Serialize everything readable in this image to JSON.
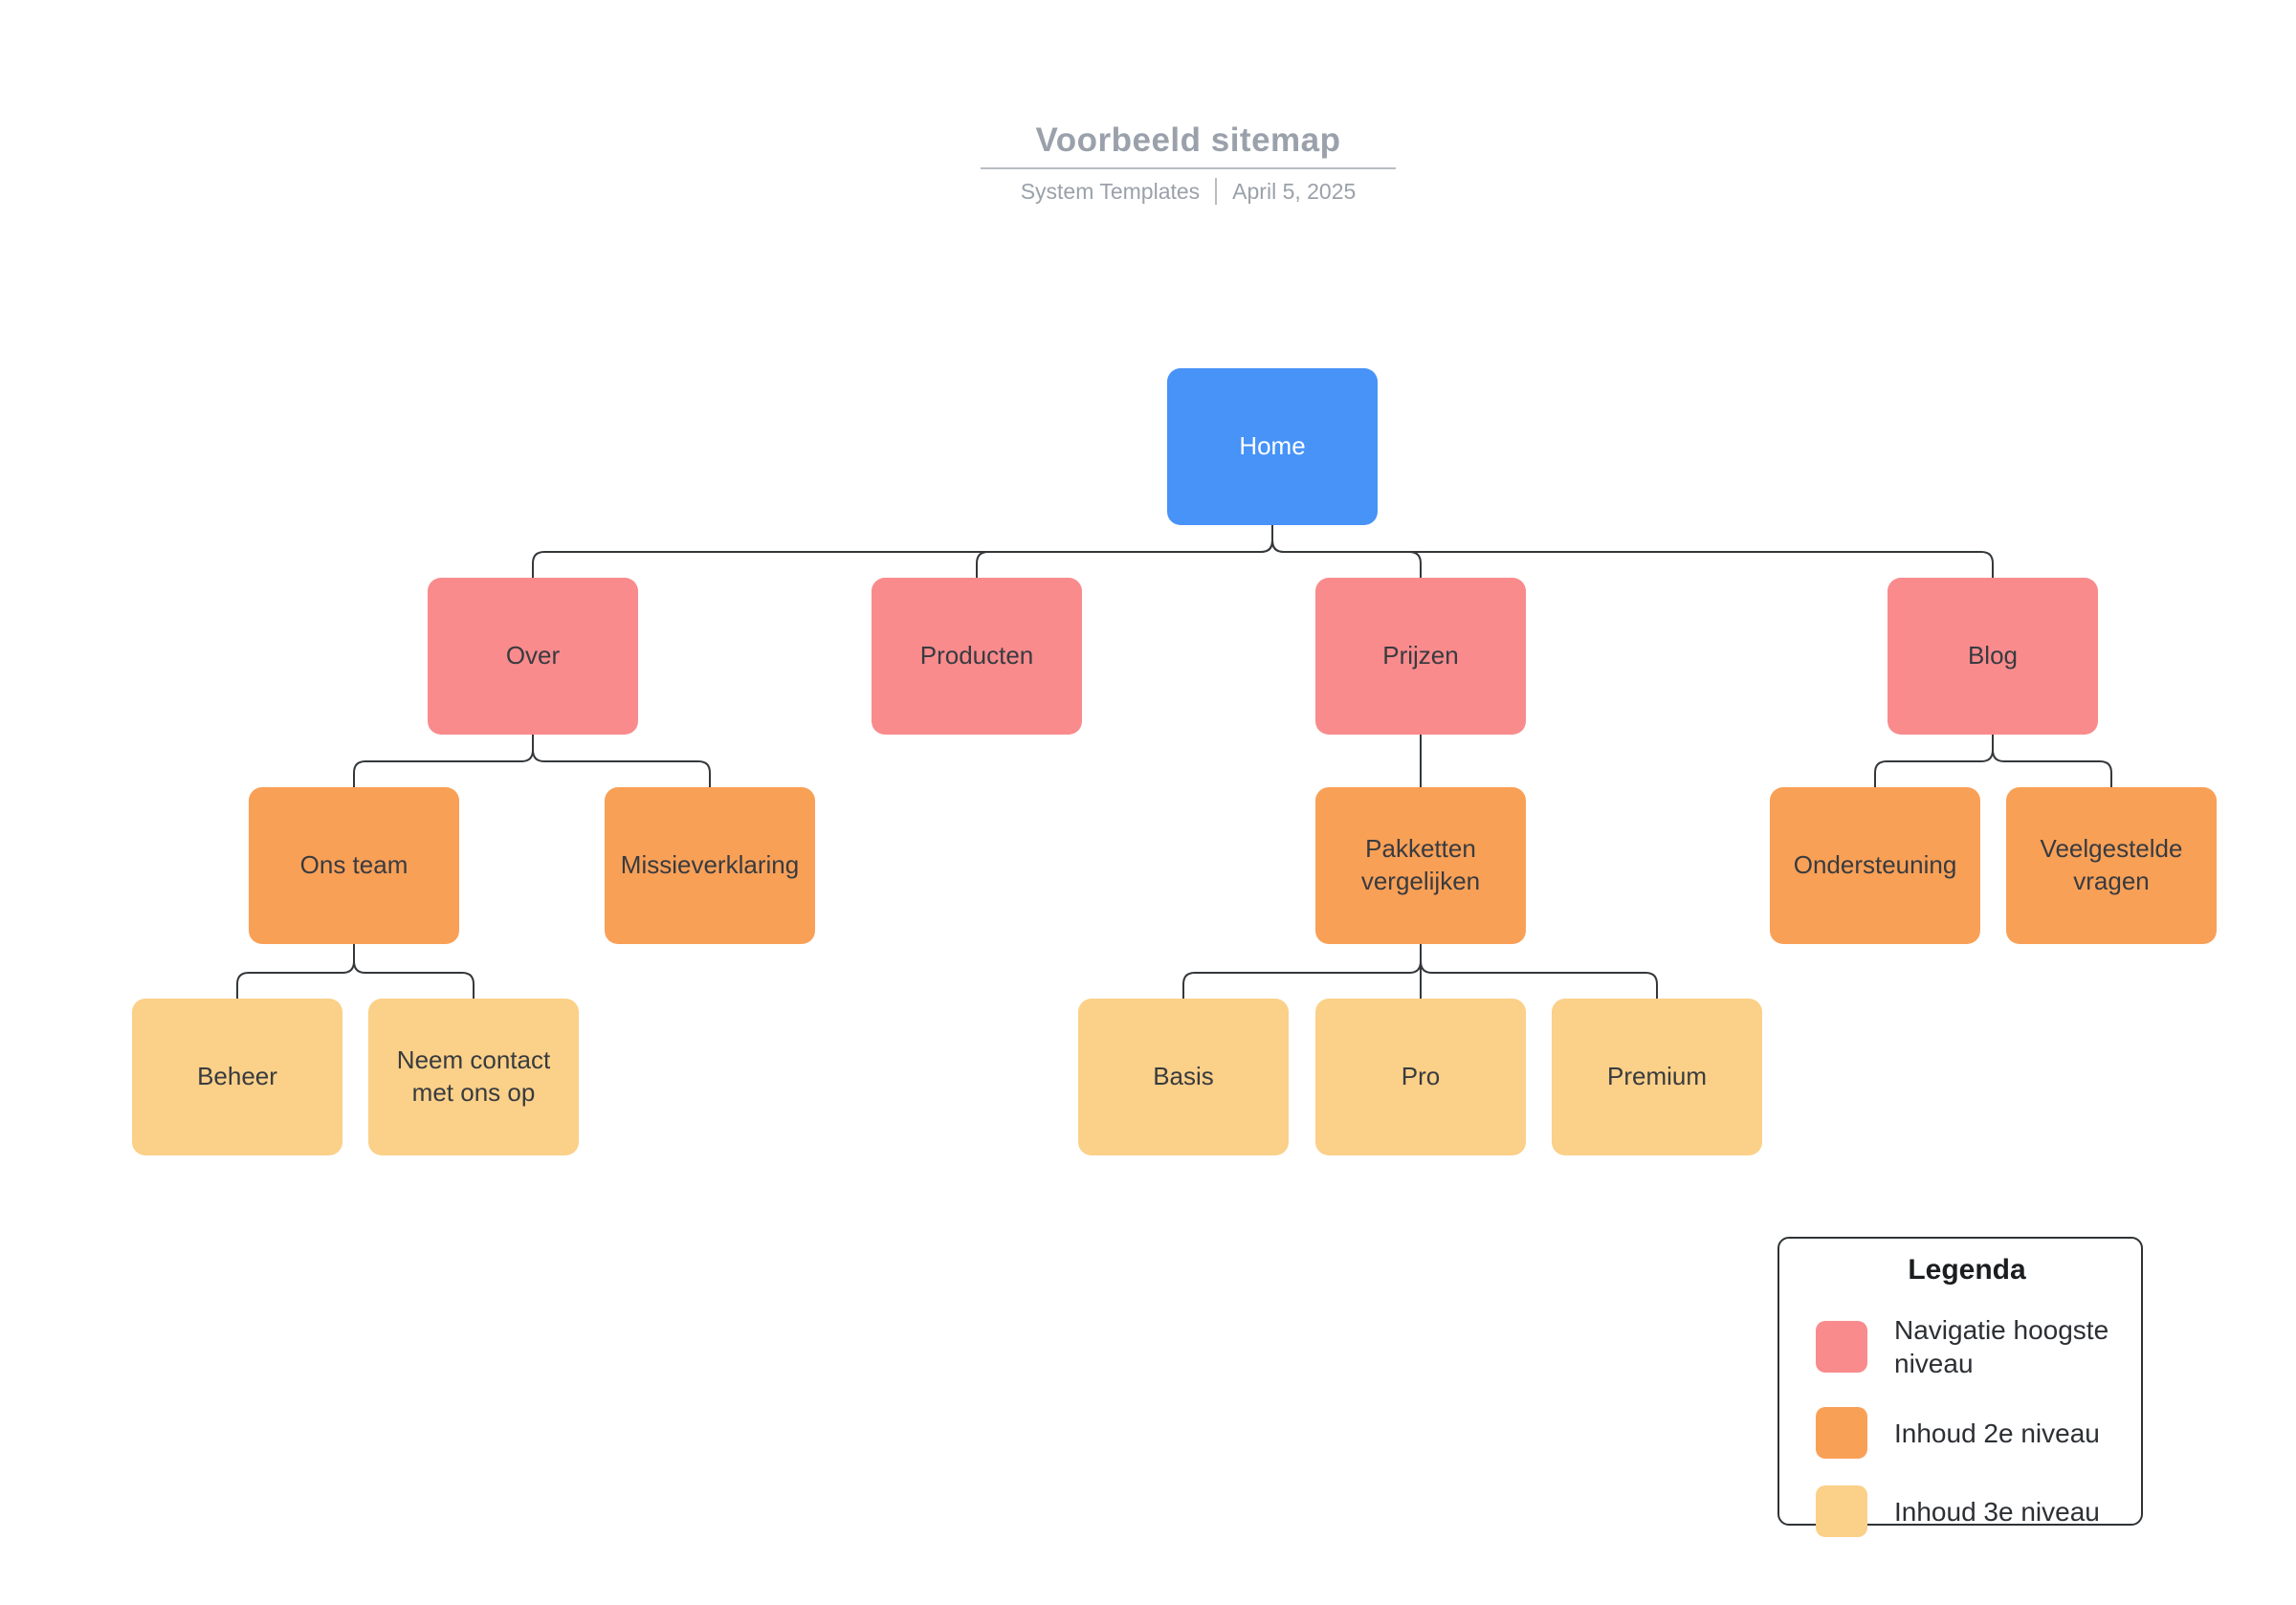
{
  "header": {
    "title": "Voorbeeld sitemap",
    "byline": "System Templates",
    "date": "April 5, 2025"
  },
  "colors": {
    "level0": "#4793F7",
    "level1": "#F98B8D",
    "level2": "#F9A057",
    "level3": "#FBD088",
    "connector": "#34383b",
    "node_text": "#383b3f",
    "home_text": "#ffffff",
    "title_text": "#9aa1ab",
    "subtitle_text": "#9aa1a9"
  },
  "nodes": [
    {
      "id": "home",
      "label": "Home",
      "level": 0
    },
    {
      "id": "over",
      "label": "Over",
      "level": 1
    },
    {
      "id": "producten",
      "label": "Producten",
      "level": 1
    },
    {
      "id": "prijzen",
      "label": "Prijzen",
      "level": 1
    },
    {
      "id": "blog",
      "label": "Blog",
      "level": 1
    },
    {
      "id": "ons-team",
      "label": "Ons team",
      "level": 2
    },
    {
      "id": "missieverklaring",
      "label": "Missieverklaring",
      "level": 2
    },
    {
      "id": "pakketten",
      "label": "Pakketten vergelijken",
      "level": 2
    },
    {
      "id": "ondersteuning",
      "label": "Ondersteuning",
      "level": 2
    },
    {
      "id": "veelgestelde",
      "label": "Veelgestelde vragen",
      "level": 2
    },
    {
      "id": "beheer",
      "label": "Beheer",
      "level": 3
    },
    {
      "id": "neem-contact",
      "label": "Neem contact met ons op",
      "level": 3
    },
    {
      "id": "basis",
      "label": "Basis",
      "level": 3
    },
    {
      "id": "pro",
      "label": "Pro",
      "level": 3
    },
    {
      "id": "premium",
      "label": "Premium",
      "level": 3
    }
  ],
  "edges": [
    {
      "from": "home",
      "to": "over"
    },
    {
      "from": "home",
      "to": "producten"
    },
    {
      "from": "home",
      "to": "prijzen"
    },
    {
      "from": "home",
      "to": "blog"
    },
    {
      "from": "over",
      "to": "ons-team"
    },
    {
      "from": "over",
      "to": "missieverklaring"
    },
    {
      "from": "ons-team",
      "to": "beheer"
    },
    {
      "from": "ons-team",
      "to": "neem-contact"
    },
    {
      "from": "prijzen",
      "to": "pakketten"
    },
    {
      "from": "pakketten",
      "to": "basis"
    },
    {
      "from": "pakketten",
      "to": "pro"
    },
    {
      "from": "pakketten",
      "to": "premium"
    },
    {
      "from": "blog",
      "to": "ondersteuning"
    },
    {
      "from": "blog",
      "to": "veelgestelde"
    }
  ],
  "legend": {
    "title": "Legenda",
    "items": [
      {
        "label": "Navigatie hoogste niveau",
        "color": "#F98B8D"
      },
      {
        "label": "Inhoud 2e niveau",
        "color": "#F9A057"
      },
      {
        "label": "Inhoud 3e niveau",
        "color": "#FBD088"
      }
    ]
  }
}
